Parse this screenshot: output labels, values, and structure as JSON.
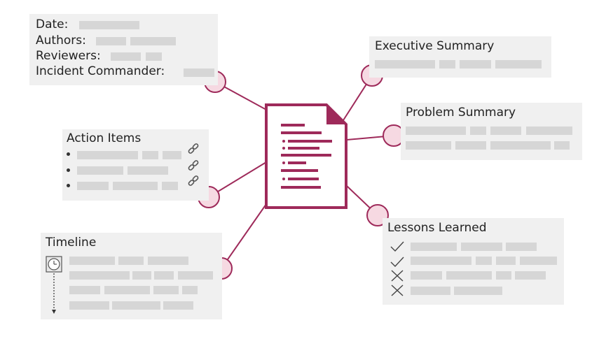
{
  "metadata_panel": {
    "date_label": "Date:",
    "authors_label": "Authors:",
    "reviewers_label": "Reviewers:",
    "commander_label": "Incident Commander:"
  },
  "action_items": {
    "title": "Action Items",
    "link_icon": "link-icon"
  },
  "timeline": {
    "title": "Timeline",
    "clock_icon": "clock-icon"
  },
  "executive_summary": {
    "title": "Executive Summary"
  },
  "problem_summary": {
    "title": "Problem Summary"
  },
  "lessons_learned": {
    "title": "Lessons Learned",
    "status_icons": [
      "check-icon",
      "check-icon",
      "cross-icon",
      "cross-icon"
    ]
  },
  "center_document": {
    "icon": "document-icon"
  },
  "colors": {
    "accent": "#9e2a5a",
    "node_fill": "#f6d9e2",
    "panel_bg": "#f0f0f0",
    "placeholder_bar": "#d6d6d6"
  }
}
